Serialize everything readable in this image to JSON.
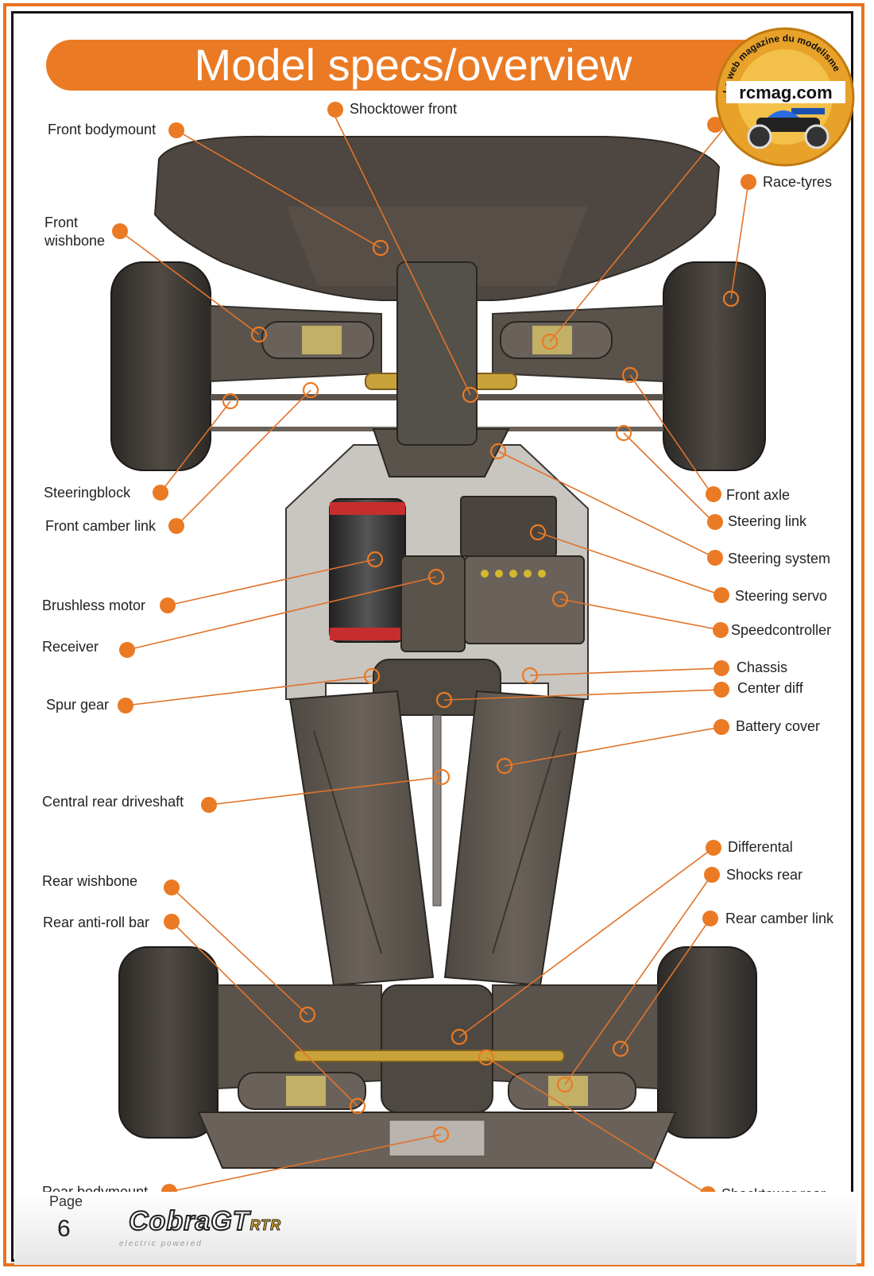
{
  "title": "Model specs/overview",
  "logo": {
    "arc_text": "Le web magazine du modelisme",
    "site": "rcmag.com"
  },
  "footer": {
    "page_word": "Page",
    "page_number": "6",
    "brand": "CobraGT",
    "brand_suffix": "RTR",
    "brand_sub": "electric powered"
  },
  "colors": {
    "accent": "#ea7a24",
    "dot": "#ea7a24",
    "chassis": "#5a534c",
    "tyre": "#3a3632"
  },
  "labels": [
    {
      "id": "shocktower-front",
      "text": "Shocktower front"
    },
    {
      "id": "front-bodymount",
      "text": "Front bodymount"
    },
    {
      "id": "race-tyres",
      "text": "Race-tyres"
    },
    {
      "id": "front-wishbone-1",
      "text": "Front"
    },
    {
      "id": "front-wishbone-2",
      "text": "wishbone"
    },
    {
      "id": "steeringblock",
      "text": "Steeringblock"
    },
    {
      "id": "front-camber-link",
      "text": "Front camber link"
    },
    {
      "id": "front-axle",
      "text": "Front axle"
    },
    {
      "id": "steering-link",
      "text": "Steering link"
    },
    {
      "id": "steering-system",
      "text": "Steering system"
    },
    {
      "id": "brushless-motor",
      "text": "Brushless motor"
    },
    {
      "id": "steering-servo",
      "text": "Steering servo"
    },
    {
      "id": "receiver",
      "text": "Receiver"
    },
    {
      "id": "speedcontroller",
      "text": "Speedcontroller"
    },
    {
      "id": "chassis",
      "text": "Chassis"
    },
    {
      "id": "center-diff",
      "text": "Center diff"
    },
    {
      "id": "spur-gear",
      "text": "Spur gear"
    },
    {
      "id": "battery-cover",
      "text": "Battery cover"
    },
    {
      "id": "central-rear-driveshaft",
      "text": "Central rear driveshaft"
    },
    {
      "id": "differental",
      "text": "Differental"
    },
    {
      "id": "shocks-rear",
      "text": "Shocks rear"
    },
    {
      "id": "rear-wishbone",
      "text": "Rear wishbone"
    },
    {
      "id": "rear-camber-link",
      "text": "Rear camber link"
    },
    {
      "id": "rear-anti-roll-bar",
      "text": "Rear anti-roll bar"
    },
    {
      "id": "rear-bodymount",
      "text": "Rear bodymount"
    },
    {
      "id": "shocktower-rear",
      "text": "Shocktower rear"
    }
  ]
}
